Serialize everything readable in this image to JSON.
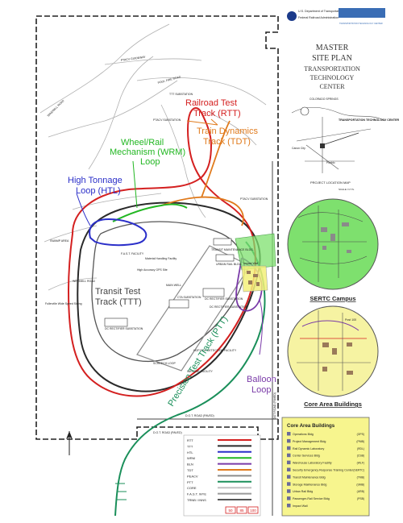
{
  "dot": {
    "line1": "U.S. Department of Transportation",
    "line2": "Federal Railroad Administration",
    "logo_banner": "TRANSPORTATION TECHNOLOGY CENTER"
  },
  "title": {
    "line1": "MASTER",
    "line2": "SITE PLAN",
    "line3": "TRANSPORTATION",
    "line4": "TECHNOLOGY",
    "line5": "CENTER"
  },
  "location_map": {
    "caption": "PROJECT LOCATION MAP",
    "scale": "SCALE: N.T.S.",
    "colorado_springs": "COLORADO SPRINGS",
    "ttc": "TRANSPORTATION TECHNOLOGY CENTER",
    "canon_city": "Canon City",
    "pueblo": "Pueblo"
  },
  "callouts": {
    "rtt_line1": "Railroad Test",
    "rtt_line2": "Track (RTT)",
    "tdt_line1": "Train Dynamics",
    "tdt_line2": "Track (TDT)",
    "wrm_line1": "Wheel/Rail",
    "wrm_line2": "Mechanism (WRM)",
    "wrm_line3": "Loop",
    "htl_line1": "High Tonnage",
    "htl_line2": "Loop (HTL)",
    "ttt_line1": "Transit Test",
    "ttt_line2": "Track (TTT)",
    "ptt": "Precision Test Track (PTT)",
    "balloon_line1": "Balloon",
    "balloon_line2": "Loop"
  },
  "map_labels": {
    "wmill_a": "WINDMILL ROAD",
    "ptacv_guideway": "PTACV GUIDEWAY",
    "pool_fire": "POOL FIRE ROAD",
    "ttt_sub": "TTT SUBSTATION",
    "ptacv_sub": "PTACV SUBSTATION",
    "ptacv_sub2": "PTACV SUBSTATION",
    "fast_facility": "F.A.S.T. FACILITY",
    "main_well": "MAIN WELL",
    "cta_sub": "CTA SUBSTATION",
    "dc_rect_1": "DC RECTIFIER SUBSTATION",
    "dc_rect_2": "DC RECTIFIER SUBSTATION",
    "dc_rect_3": "DC RECTIFIER SUBSTATION",
    "urban_rail": "URBAN RAIL BLDG.",
    "transit_maint": "TRANSIT MAINTENANCE BLDG.",
    "ltp_sub": "LTP SUBSTATION",
    "hop_box": "HOP BOX DETECTION FACILITY",
    "screech": "SCREECH LOOP",
    "wayside": "WAYSIDE FACILITY",
    "windmill_road": "WINDMILL ROAD",
    "dot_road_1": "D.O.T. ROAD (PAVED)",
    "dot_road_2": "D.O.T. ROAD (PAVED)",
    "dot_road_3": "DOT ROAD (PAVED)",
    "high_acc_gps": "High Accuracy GPS Site",
    "impact_wall": "Impact Wall",
    "material_handling": "Material Handling Facility",
    "swamp": "SWAMP AREA",
    "fullerville": "Fullerville Wide Speed Siding"
  },
  "legend": {
    "items": [
      {
        "abbr": "RTT",
        "color": "#d42020"
      },
      {
        "abbr": "TTT",
        "color": "#2a2a2a"
      },
      {
        "abbr": "HTL",
        "color": "#2b2fc9"
      },
      {
        "abbr": "WRM",
        "color": "#22b722"
      },
      {
        "abbr": "BLN",
        "color": "#7a3aa8"
      },
      {
        "abbr": "TDT",
        "color": "#e07a1c"
      },
      {
        "abbr": "PEACV",
        "color": "#8c8c8c"
      },
      {
        "abbr": "PTT",
        "color": "#1a8f5a"
      },
      {
        "abbr": "CORE",
        "color": "#c0c0c0"
      },
      {
        "abbr": "F.A.S.T. WYE",
        "color": "#9a9a9a"
      },
      {
        "abbr": "TRNB / INNS",
        "color": "#555555"
      }
    ],
    "scale_1": "50",
    "scale_2": "85",
    "scale_3": "100"
  },
  "sertc": {
    "caption": "SERTC Campus"
  },
  "core_area": {
    "caption": "Core Area Buildings",
    "post": "Post 100"
  },
  "core_buildings": {
    "title": "Core Area Buildings",
    "items": [
      {
        "name": "Operations Bldg",
        "code": "(OPS)"
      },
      {
        "name": "Project Management Bldg",
        "code": "(PMB)"
      },
      {
        "name": "Rail Dynamic Laboratory",
        "code": "(RDL)"
      },
      {
        "name": "Center Services Bldg",
        "code": "(CSB)"
      },
      {
        "name": "Warehouse Laboratory Facility",
        "code": "(WLF)"
      },
      {
        "name": "Security Emergency Response Training Center",
        "code": "(SERTC)"
      },
      {
        "name": "Transit Maintenance Bldg",
        "code": "(TMB)"
      },
      {
        "name": "Storage Maintenance Bldg",
        "code": "(SMB)"
      },
      {
        "name": "Urban Rail Bldg",
        "code": "(URB)"
      },
      {
        "name": "Passenger-Rail Service Bldg",
        "code": "(PSB)"
      },
      {
        "name": "Impact Wall",
        "code": ""
      }
    ]
  }
}
